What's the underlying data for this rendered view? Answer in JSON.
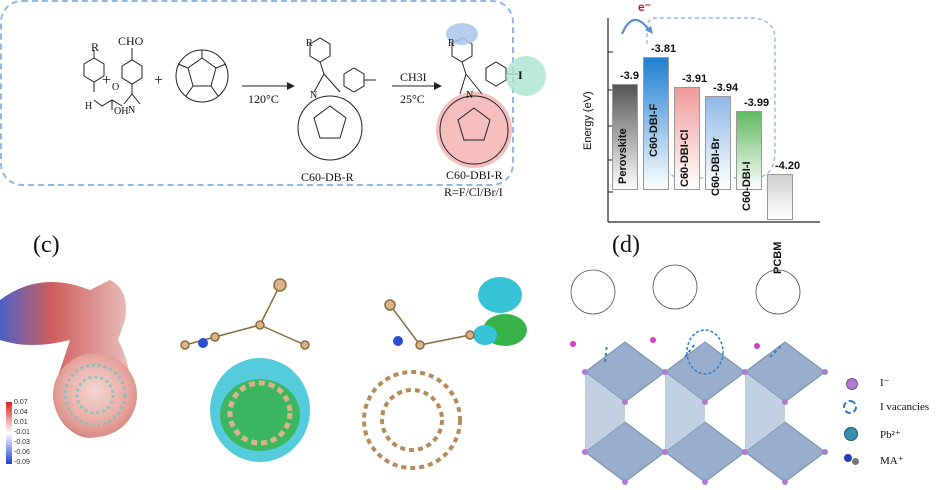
{
  "panel_a": {
    "conditions": {
      "step1_temp": "120°C",
      "step2_reagent": "CH3I",
      "step2_temp": "25°C"
    },
    "reactant1_substituent": "R",
    "reactant2_group": "CHO",
    "products": {
      "intermediate": "C60-DB-R",
      "final": "C60-DBI-R",
      "r_groups": "R=F/Cl/Br/I"
    },
    "counter_ion": "I",
    "atom_labels": {
      "N": "N",
      "OH": "OH",
      "O": "O",
      "H": "H"
    }
  },
  "panel_b": {
    "y_axis_label": "Energy (eV)",
    "electron_label": "e⁻",
    "materials": [
      {
        "name": "Perovskite",
        "level": "-3.9",
        "color": "#555555"
      },
      {
        "name": "C60-DBI-F",
        "level": "-3.81",
        "color": "#1f7fd0"
      },
      {
        "name": "C60-DBI-Cl",
        "level": "-3.91",
        "color": "#f09a9a"
      },
      {
        "name": "C60-DBI-Br",
        "level": "-3.94",
        "color": "#8fb8e6"
      },
      {
        "name": "C60-DBI-I",
        "level": "-3.99",
        "color": "#5fb95f"
      },
      {
        "name": "PCBM",
        "level": "-4.20",
        "color": "#cfcfcf"
      }
    ],
    "accent": "#8fb8e6"
  },
  "panel_c": {
    "letter": "(c)",
    "colorbar_ticks": [
      "0.07",
      "0.04",
      "0.01",
      "-0.01",
      "-0.03",
      "-0.06",
      "-0.09"
    ]
  },
  "panel_d": {
    "letter": "(d)",
    "legend": [
      {
        "label": "I⁻",
        "icon": "purple-dot-icon"
      },
      {
        "label": "I vacancies",
        "icon": "vacancy-ring-icon"
      },
      {
        "label": "Pb²⁺",
        "icon": "blue-sphere-icon"
      },
      {
        "label": "MA⁺",
        "icon": "ma-molecule-icon"
      }
    ]
  }
}
